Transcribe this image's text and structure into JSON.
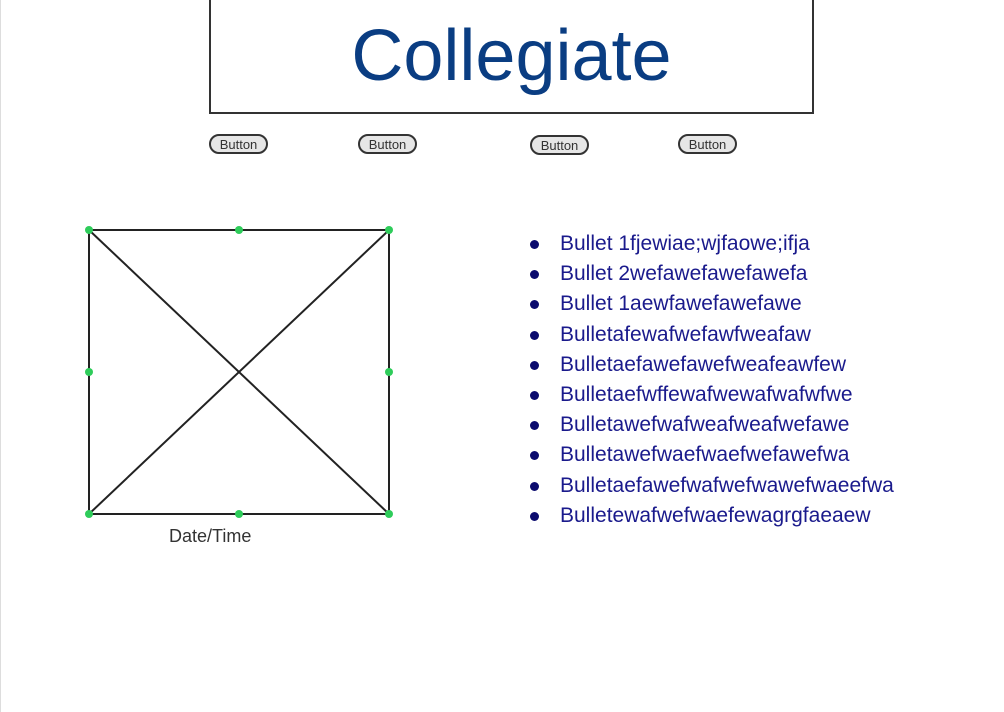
{
  "header": {
    "title": "Collegiate"
  },
  "nav": {
    "buttons": [
      {
        "label": "Button"
      },
      {
        "label": "Button"
      },
      {
        "label": "Button"
      },
      {
        "label": "Button"
      }
    ]
  },
  "media": {
    "caption": "Date/Time"
  },
  "bullets": {
    "items": [
      "Bullet 1fjewiae;wjfaowe;ifja",
      "Bullet 2wefawefawefawefa",
      "Bullet 1aewfawefawefawe",
      "Bulletafewafwefawfweafaw",
      "Bulletaefawefawefweafeawfew",
      "Bulletaefwffewafwewafwafwfwe",
      "Bulletawefwafweafweafwefawe",
      "Bulletawefwaefwaefwefawefwa",
      "Bulletaefawefwafwefwawefwaeefwa",
      "Bulletewafwefwaefewagrgfaeaew"
    ]
  },
  "colors": {
    "title": "#0a3d82",
    "bullet_text": "#1a1a8c",
    "handle": "#2ecc5a",
    "border": "#333333"
  }
}
